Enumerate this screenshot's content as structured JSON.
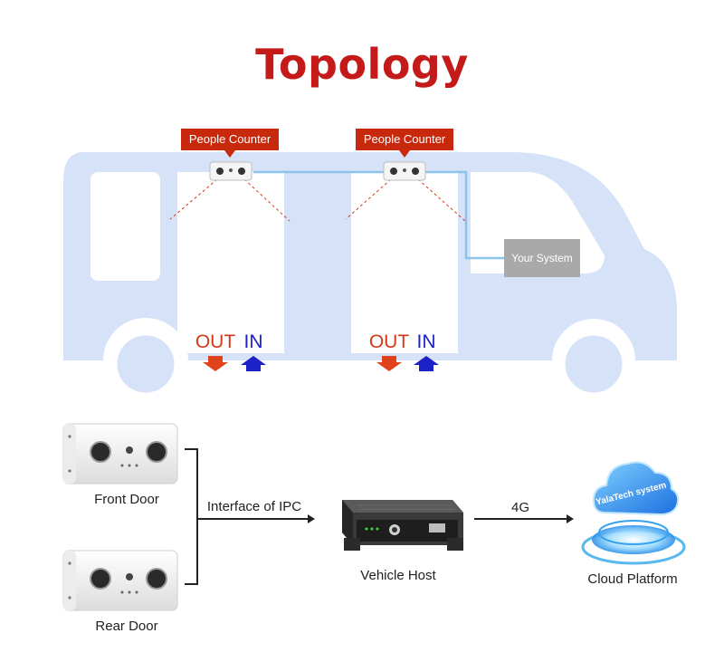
{
  "title": "Topology",
  "bus": {
    "counter_label_1": "People Counter",
    "counter_label_2": "People Counter",
    "system_label": "Your System",
    "door1_out": "OUT",
    "door1_in": "IN",
    "door2_out": "OUT",
    "door2_in": "IN"
  },
  "flow": {
    "front_door": "Front Door",
    "rear_door": "Rear Door",
    "interface_label": "Interface of IPC",
    "vehicle_host": "Vehicle Host",
    "link_label": "4G",
    "cloud_platform": "Cloud Platform",
    "cloud_logo_text": "YalaTech system"
  },
  "colors": {
    "title": "#c41a1a",
    "bus_body": "#d6e2f7",
    "badge": "#c8290c",
    "out_arrow": "#e0431b",
    "in_arrow": "#1c21c8",
    "cable": "#8cc3ea",
    "system_box": "#a9a9a9"
  }
}
